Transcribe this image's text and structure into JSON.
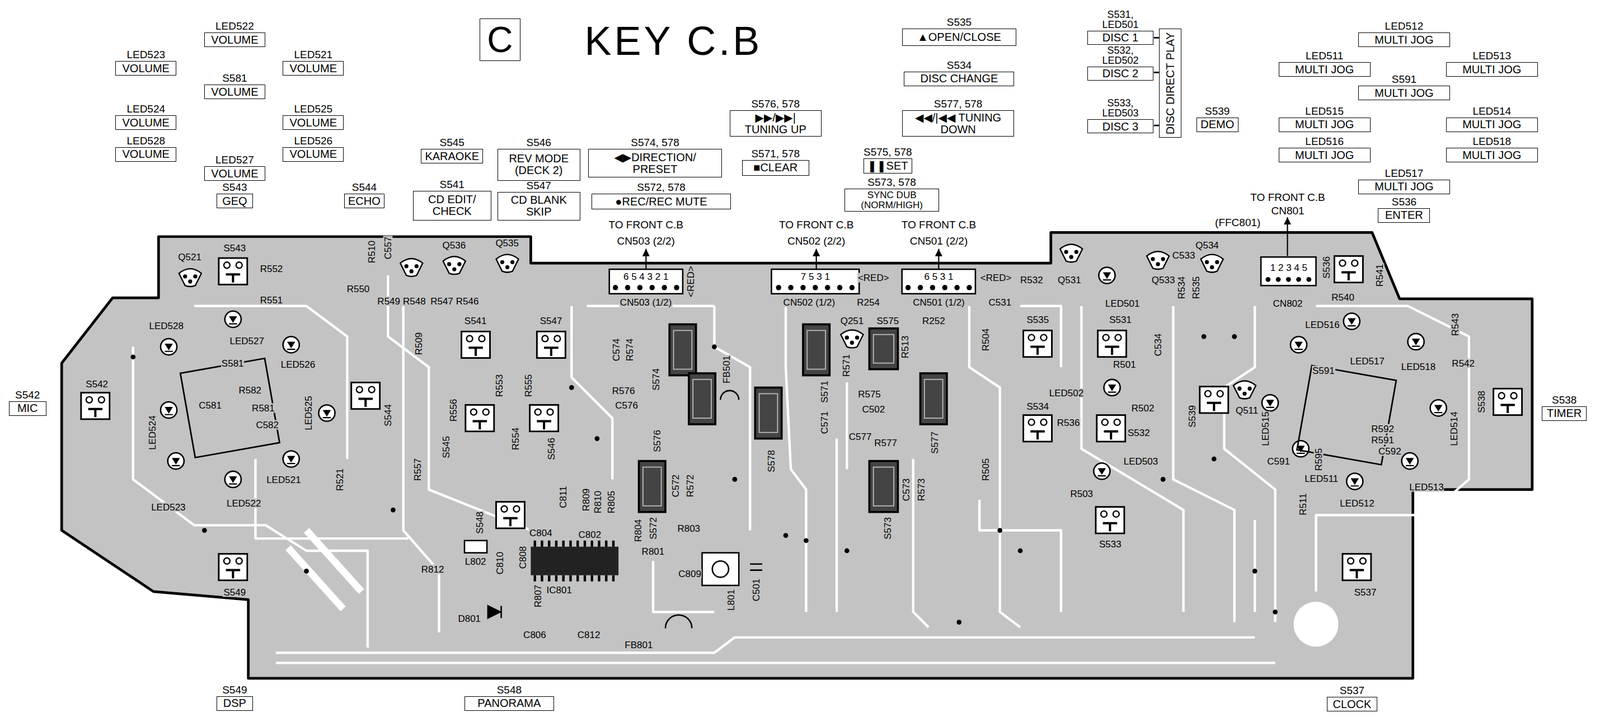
{
  "diagram": {
    "title": "KEY C.B",
    "nodes": [
      {
        "text": [
          "C"
        ]
      },
      {
        "text": [
          "LED522",
          "VOLUME"
        ]
      },
      {
        "text": [
          "LED523",
          "VOLUME"
        ]
      },
      {
        "text": [
          "LED521",
          "VOLUME"
        ]
      },
      {
        "text": [
          "S581",
          "VOLUME"
        ]
      },
      {
        "text": [
          "LED524",
          "VOLUME"
        ]
      },
      {
        "text": [
          "LED525",
          "VOLUME"
        ]
      },
      {
        "text": [
          "LED528",
          "VOLUME"
        ]
      },
      {
        "text": [
          "LED526",
          "VOLUME"
        ]
      },
      {
        "text": [
          "LED527",
          "VOLUME"
        ]
      },
      {
        "text": [
          "S543",
          "GEQ"
        ]
      },
      {
        "text": [
          "S544",
          "ECHO"
        ]
      },
      {
        "text": [
          "S545",
          "KARAOKE"
        ]
      },
      {
        "text": [
          "S541",
          "CD EDIT/ CHECK"
        ]
      },
      {
        "text": [
          "S546",
          "REV MODE (DECK 2)"
        ]
      },
      {
        "text": [
          "S547",
          "CD BLANK SKIP"
        ]
      },
      {
        "text": [
          "S574, 578",
          "◀▶DIRECTION/ PRESET"
        ]
      },
      {
        "text": [
          "S572, 578",
          "●REC/REC MUTE"
        ]
      },
      {
        "text": [
          "S576, 578",
          "▶▶/▶▶| TUNING UP"
        ]
      },
      {
        "text": [
          "S571, 578",
          "■CLEAR"
        ]
      },
      {
        "text": [
          "S535",
          "▲OPEN/CLOSE"
        ]
      },
      {
        "text": [
          "S534",
          "DISC CHANGE"
        ]
      },
      {
        "text": [
          "S577, 578",
          "◀◀/|◀◀ TUNING DOWN"
        ]
      },
      {
        "text": [
          "S575, 578",
          "❚❚SET"
        ]
      },
      {
        "text": [
          "S573, 578",
          "SYNC DUB (NORM/HIGH)"
        ]
      },
      {
        "text": [
          "S531, LED501",
          "DISC 1"
        ]
      },
      {
        "text": [
          "S532, LED502",
          "DISC 2"
        ]
      },
      {
        "text": [
          "S533, LED503",
          "DISC 3"
        ]
      },
      {
        "text": [
          "DISC DIRECT PLAY"
        ]
      },
      {
        "text": [
          "S539",
          "DEMO"
        ]
      },
      {
        "text": [
          "LED512",
          "MULTI JOG"
        ]
      },
      {
        "text": [
          "LED511",
          "MULTI JOG"
        ]
      },
      {
        "text": [
          "LED513",
          "MULTI JOG"
        ]
      },
      {
        "text": [
          "S591",
          "MULTI JOG"
        ]
      },
      {
        "text": [
          "LED515",
          "MULTI JOG"
        ]
      },
      {
        "text": [
          "LED514",
          "MULTI JOG"
        ]
      },
      {
        "text": [
          "LED516",
          "MULTI JOG"
        ]
      },
      {
        "text": [
          "LED518",
          "MULTI JOG"
        ]
      },
      {
        "text": [
          "LED517",
          "MULTI JOG"
        ]
      },
      {
        "text": [
          "S536",
          "ENTER"
        ]
      },
      {
        "text": [
          "S542",
          "MIC"
        ]
      },
      {
        "text": [
          "S538",
          "TIMER"
        ]
      },
      {
        "text": [
          "S549",
          "DSP"
        ]
      },
      {
        "text": [
          "S548",
          "PANORAMA"
        ]
      },
      {
        "text": [
          "S537",
          "CLOCK"
        ]
      }
    ],
    "labels": [
      "TO FRONT C.B",
      "CN503 (2/2)",
      "TO FRONT C.B",
      "CN502 (2/2)",
      "TO FRONT C.B",
      "CN501 (2/2)",
      "TO FRONT C.B",
      "CN801",
      "(FFC801)",
      "S543",
      "Q521",
      "R552",
      "R551",
      "LED528",
      "LED527",
      "LED526",
      "S581",
      "S542",
      "LED524",
      "LED525",
      "S544",
      "R582",
      "C581",
      "R581",
      "C582",
      "LED523",
      "LED522",
      "LED521",
      "R521",
      "S549",
      "R510",
      "C557",
      "R550",
      "R549",
      "R548",
      "R547",
      "R546",
      "Q536",
      "Q535",
      "R509",
      "S541",
      "S547",
      "R553",
      "R555",
      "R556",
      "S545",
      "R557",
      "R554",
      "S546",
      "S548",
      "CN503 (1/2)",
      "<RED>",
      "<RED>",
      "<RED>",
      "6 5 4 3 2 1",
      "7 5 3 1",
      "6 5 3 1",
      "1 2 3 4 5",
      "C574",
      "R574",
      "S574",
      "R576",
      "C576",
      "S576",
      "FB501",
      "S578",
      "S571",
      "Q251",
      "R571",
      "S575",
      "R252",
      "R513",
      "C571",
      "R575",
      "C502",
      "C577",
      "R577",
      "S577",
      "S572",
      "C572",
      "R572",
      "S573",
      "C573",
      "R573",
      "R505",
      "R254",
      "CN502 (1/2)",
      "CN501 (1/2)",
      "R532",
      "C531",
      "R504",
      "S535",
      "S531",
      "LED501",
      "R501",
      "C534",
      "LED502",
      "R502",
      "S534",
      "R536",
      "S532",
      "LED503",
      "R503",
      "S533",
      "C501",
      "L801",
      "IC801",
      "R809",
      "C811",
      "R805",
      "R810",
      "R804",
      "R803",
      "R801",
      "C804",
      "C802",
      "C808",
      "C810",
      "L802",
      "R812",
      "R807",
      "D801",
      "C806",
      "C812",
      "FB801",
      "C809",
      "Q531",
      "Q533",
      "Q534",
      "C533",
      "R534",
      "R535",
      "CN802",
      "R540",
      "R541",
      "S536",
      "LED516",
      "LED517",
      "LED518",
      "R543",
      "R542",
      "S591",
      "LED514",
      "S538",
      "LED515",
      "S539",
      "Q511",
      "C591",
      "R595",
      "LED511",
      "LED512",
      "LED513",
      "R511",
      "S537",
      "R592",
      "R591",
      "C592"
    ]
  }
}
